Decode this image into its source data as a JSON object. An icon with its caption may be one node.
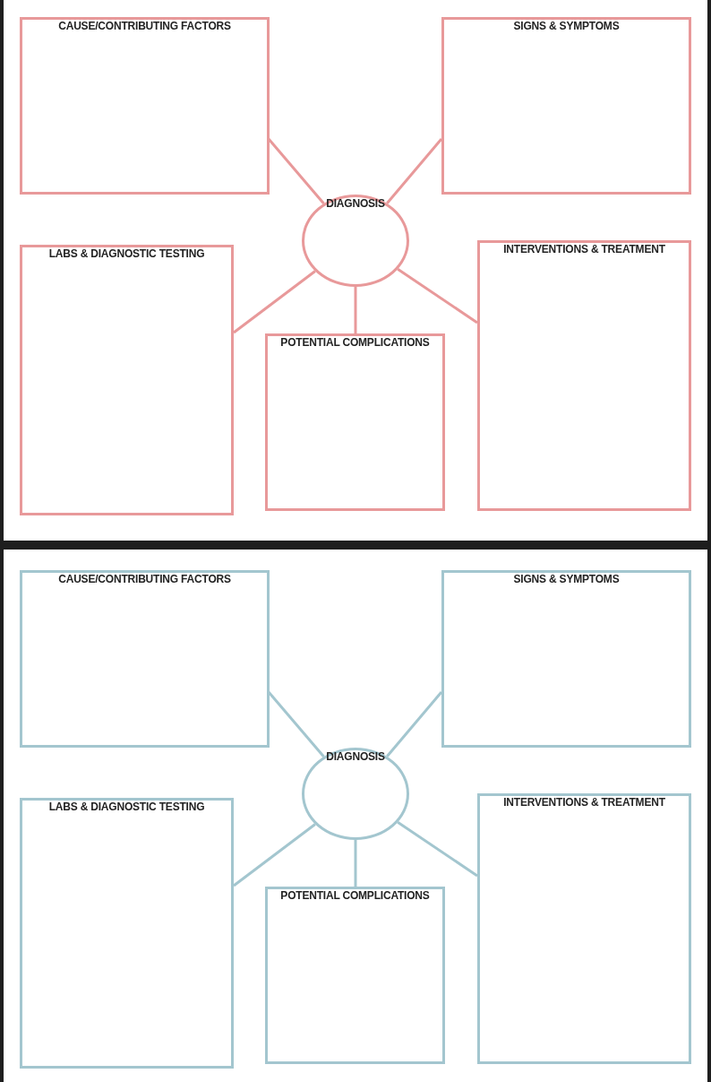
{
  "diagram": {
    "nodes": [
      {
        "text": [
          "CAUSE/CONTRIBUTING FACTORS"
        ]
      },
      {
        "text": [
          "SIGNS & SYMPTOMS"
        ]
      },
      {
        "text": [
          "DIAGNOSIS"
        ]
      },
      {
        "text": [
          "LABS & DIAGNOSTIC TESTING"
        ]
      },
      {
        "text": [
          "INTERVENTIONS & TREATMENT"
        ]
      },
      {
        "text": [
          "POTENTIAL COMPLICATIONS"
        ]
      },
      {
        "text": [
          "CAUSE/CONTRIBUTING FACTORS"
        ]
      },
      {
        "text": [
          "SIGNS & SYMPTOMS"
        ]
      },
      {
        "text": [
          "DIAGNOSIS"
        ]
      },
      {
        "text": [
          "LABS & DIAGNOSTIC TESTING"
        ]
      },
      {
        "text": [
          "INTERVENTIONS & TREATMENT"
        ]
      },
      {
        "text": [
          "POTENTIAL COMPLICATIONS"
        ]
      }
    ],
    "edges": [
      {
        "from": 2,
        "to": 0,
        "arrow": "none",
        "color": "#e8999a"
      },
      {
        "from": 2,
        "to": 1,
        "arrow": "none",
        "color": "#e8999a"
      },
      {
        "from": 2,
        "to": 3,
        "arrow": "none",
        "color": "#e8999a"
      },
      {
        "from": 2,
        "to": 5,
        "arrow": "none",
        "color": "#e8999a"
      },
      {
        "from": 2,
        "to": 4,
        "arrow": "none",
        "color": "#e8999a"
      },
      {
        "from": 8,
        "to": 6,
        "arrow": "none",
        "color": "#a3c6cf"
      },
      {
        "from": 8,
        "to": 7,
        "arrow": "none",
        "color": "#a3c6cf"
      },
      {
        "from": 8,
        "to": 9,
        "arrow": "none",
        "color": "#a3c6cf"
      },
      {
        "from": 8,
        "to": 11,
        "arrow": "none",
        "color": "#a3c6cf"
      },
      {
        "from": 8,
        "to": 10,
        "arrow": "none",
        "color": "#a3c6cf"
      }
    ]
  }
}
